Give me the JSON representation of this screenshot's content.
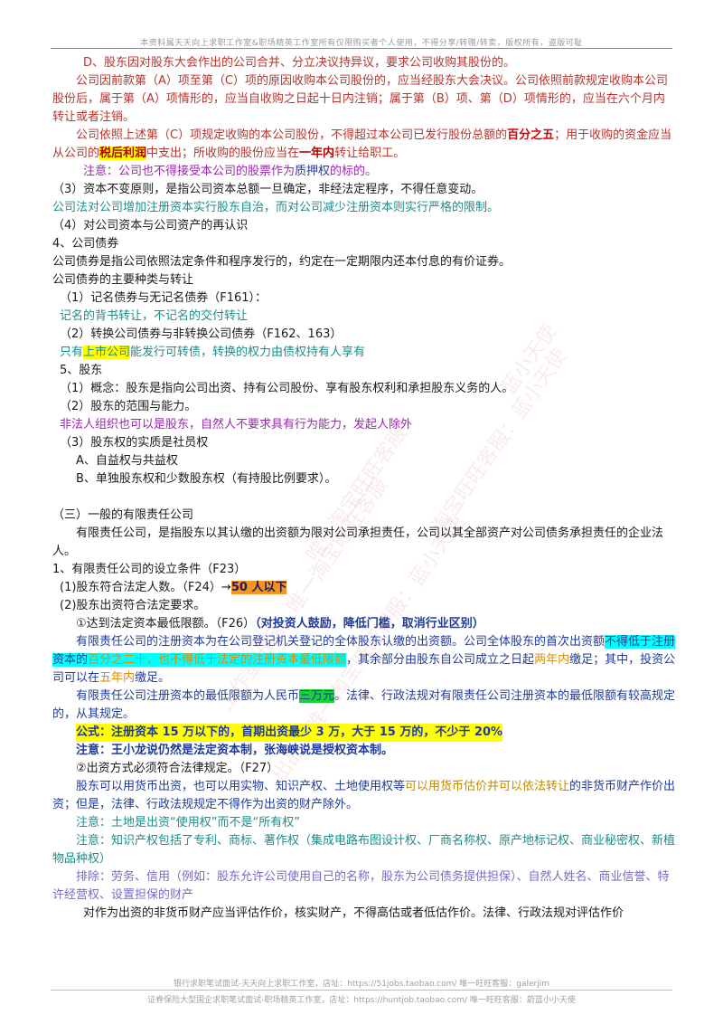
{
  "header": "本资料属天天向上求职工作室&职场精英工作室所有仅限购买者个人使用，不得分享/转赠/转卖，版权所有，盗版可耻",
  "watermarks": [
    "蓝小天使",
    "淘宝旺旺客服：蓝小天使",
    "唯一淘宝旺旺客服：",
    "出品，唯一淘宝旺旺客服：蓝小天使",
    "工作室出品，唯一淘宝旺旺客服"
  ],
  "lines": {
    "l1": "D、股东因对股东大会作出的公司合并、分立决议持异议，要求公司收购其股份的。",
    "l2": "公司因前款第（A）项至第（C）项的原因收购本公司股份的，应当经股东大会决议。公司依照前款规定收购本公司股份后，属于第（A）项情形的，应当自收购之日起十日内注销；属于第（B）项、第（D）项情形的，应当在六个月内转让或者注销。",
    "l3a": "公司依照上述第（C）项规定收购的本公司股份，不得超过本公司已发行股份总额的",
    "l3b": "百分之五",
    "l3c": "；用于收购的资金应当从公司的",
    "l3d": "税后利润",
    "l3e": "中支出；所收购的股份应当在",
    "l3f": "一年内",
    "l3g": "转让给职工。",
    "l4a": "注意：公司也不得接受本公司的股票作为",
    "l4b": "质押权",
    "l4c": "的标的。",
    "l5": "（3）资本不变原则，是指公司资本总额一旦确定，非经法定程序，不得任意变动。",
    "l6": "公司法对公司增加注册资本实行股东自治，而对公司减少注册资本则实行严格的限制。",
    "l7": "（4）对公司资本与公司资产的再认识",
    "l8": "4、公司债券",
    "l9": "公司债券是指公司依照法定条件和程序发行的，约定在一定期限内还本付息的有价证券。",
    "l10": "公司债券的主要种类与转让",
    "l11": "（1）记名债券与无记名债券（F161）：",
    "l12": "记名的背书转让，不记名的交付转让",
    "l13": "（2）转换公司债券与非转换公司债券（F162、163）",
    "l14a": "只有",
    "l14b": "上市公司",
    "l14c": "能发行可转债，转换的权力由债权持有人享有",
    "l15": "5、股东",
    "l16": "（1）概念：股东是指向公司出资、持有公司股份、享有股东权利和承担股东义务的人。",
    "l17": "（2）股东的范围与能力。",
    "l18": "非法人组织也可以是股东，自然人不要求具有行为能力，发起人除外",
    "l19": "（3）股东权的实质是社员权",
    "l20": "A、自益权与共益权",
    "l21": "B、单独股东权和少数股东权（有持股比例要求）。",
    "l22": "（三）一般的有限责任公司",
    "l23": "有限责任公司，是指股东以其认缴的出资额为限对公司承担责任，公司以其全部资产对公司债务承担责任的企业法人。",
    "l24": "1、有限责任公司的设立条件（F23）",
    "l25a": "(1)股东符合法定人数。（F24）→",
    "l25b": "50 人以下",
    "l26": "(2)股东出资符合法定要求。",
    "l27a": "①达到法定资本最低限额。（F26）",
    "l27b": "（对投资人鼓励，降低门槛，取消行业区别）",
    "l28a": "有限责任公司的注册资本为在公司登记机关登记的全体股东认缴的出资额。公司全体股东的首次出资额",
    "l28b": "不得低于注册资本的",
    "l28c": "百分之二十",
    "l28d": "，也不得低于法定的注册资本最低限额",
    "l28e": "，其余部分由股东自公司成立之日起",
    "l28f": "两年内",
    "l28g": "缴足；其中，投资公司可以在",
    "l28h": "五年内",
    "l28i": "缴足。",
    "l29a": "有限责任公司注册资本的最低限额为人民币",
    "l29b": "三万元",
    "l29c": "。法律、行政法规对有限责任公司注册资本的最低限额有较高规定的，从其规定。",
    "l30": "公式：注册资本 15 万以下的，首期出资最少 3 万，大于 15 万的，不少于 20%",
    "l31": "注意：王小龙说仍然是法定资本制，张海峡说是授权资本制。",
    "l32": "②出资方式必须符合法律规定。（F27）",
    "l33a": "股东可以用货币出资，也可以用实物、知识产权、土地使用权等",
    "l33b": "可以用货币估价并可以依法转让",
    "l33c": "的非货币财产作价出资；但是，法律、行政法规规定不得作为出资的财产除外。",
    "l34": "注意：土地是出资“使用权”而不是“所有权”",
    "l35": "注意：知识产权包括了专利、商标、著作权（集成电路布图设计权、厂商名称权、原产地标记权、商业秘密权、新植物品种权）",
    "l36": "排除：劳务、信用（例如：股东允许公司使用自己的名称，股东为公司债务提供担保）、自然人姓名、商业信誉、特许经营权、设置担保的财产",
    "l37": "对作为出资的非货币财产应当评估作价，核实财产，不得高估或者低估作价。法律、行政法规对评估作价"
  },
  "footer1": "银行求职笔试面试-天天向上求职工作室，店址：https://51jobs.taobao.com/ 唯一旺旺客服：galerjim",
  "footer2": "证券保险大型国企求职笔试面试-职场精英工作室，店址：https://huntjob.taobao.com/ 唯一旺旺客服：蔚蓝小小天使"
}
